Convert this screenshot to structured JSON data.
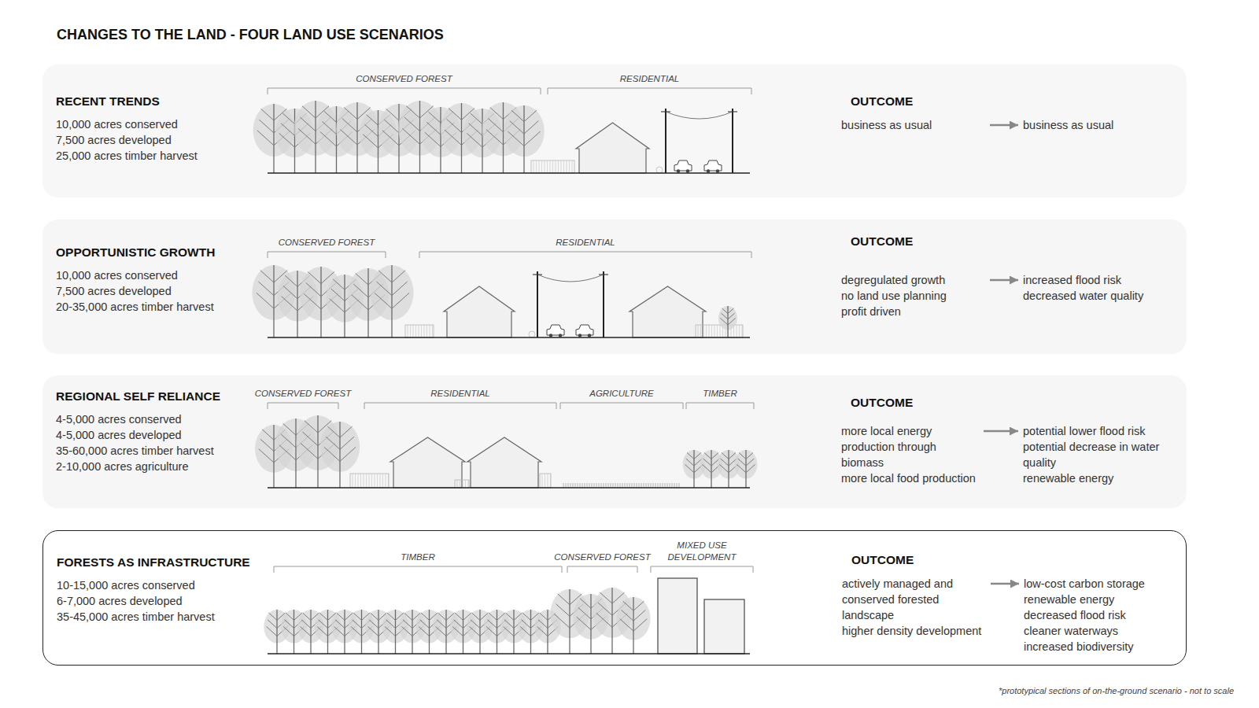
{
  "diagram": {
    "title": "CHANGES TO THE LAND - FOUR LAND USE SCENARIOS",
    "caption": "*prototypical sections of on-the-ground scenario - not to scale",
    "nodes": [
      {
        "text": [
          "RECENT TRENDS",
          "10,000 acres conserved",
          "7,500 acres developed",
          "25,000 acres timber harvest"
        ]
      },
      {
        "text": [
          "OUTCOME",
          "business as usual"
        ],
        "in": 0
      },
      {
        "text": [
          "business as usual"
        ],
        "in": 0
      },
      {
        "text": [
          "OPPORTUNISTIC GROWTH",
          "10,000 acres conserved",
          "7,500 acres developed",
          "20-35,000 acres timber harvest"
        ]
      },
      {
        "text": [
          "OUTCOME",
          "degregulated growth",
          "no land use planning",
          "profit driven"
        ],
        "in": 3
      },
      {
        "text": [
          "increased flood risk",
          "decreased water quality"
        ],
        "in": 3
      },
      {
        "text": [
          "REGIONAL SELF RELIANCE",
          "4-5,000 acres conserved",
          "4-5,000 acres developed",
          "35-60,000 acres timber harvest",
          "2-10,000 acres agriculture"
        ]
      },
      {
        "text": [
          "OUTCOME",
          "more local energy production through biomass",
          "more local food production"
        ],
        "in": 6
      },
      {
        "text": [
          "potential lower flood risk",
          "potential decrease in water quality",
          "renewable energy"
        ],
        "in": 6
      },
      {
        "text": [
          "FORESTS AS INFRASTRUCTURE",
          "10-15,000 acres conserved",
          "6-7,000 acres developed",
          "35-45,000 acres timber harvest"
        ]
      },
      {
        "text": [
          "OUTCOME",
          "actively managed and conserved forested landscape",
          "higher density development"
        ],
        "in": 9
      },
      {
        "text": [
          "low-cost carbon storage",
          "renewable energy",
          "decreased flood risk",
          "cleaner waterways",
          "increased biodiversity"
        ],
        "in": 9
      }
    ],
    "edges": [
      {
        "from": 1,
        "to": 2,
        "arrow": "to"
      },
      {
        "from": 4,
        "to": 5,
        "arrow": "to"
      },
      {
        "from": 7,
        "to": 8,
        "arrow": "to"
      },
      {
        "from": 10,
        "to": 11,
        "arrow": "to"
      }
    ],
    "labels": [
      "CONSERVED FOREST",
      "RESIDENTIAL",
      "CONSERVED FOREST",
      "RESIDENTIAL",
      "CONSERVED FOREST",
      "RESIDENTIAL",
      "AGRICULTURE",
      "TIMBER",
      "TIMBER",
      "CONSERVED FOREST",
      "MIXED USE DEVELOPMENT"
    ]
  }
}
